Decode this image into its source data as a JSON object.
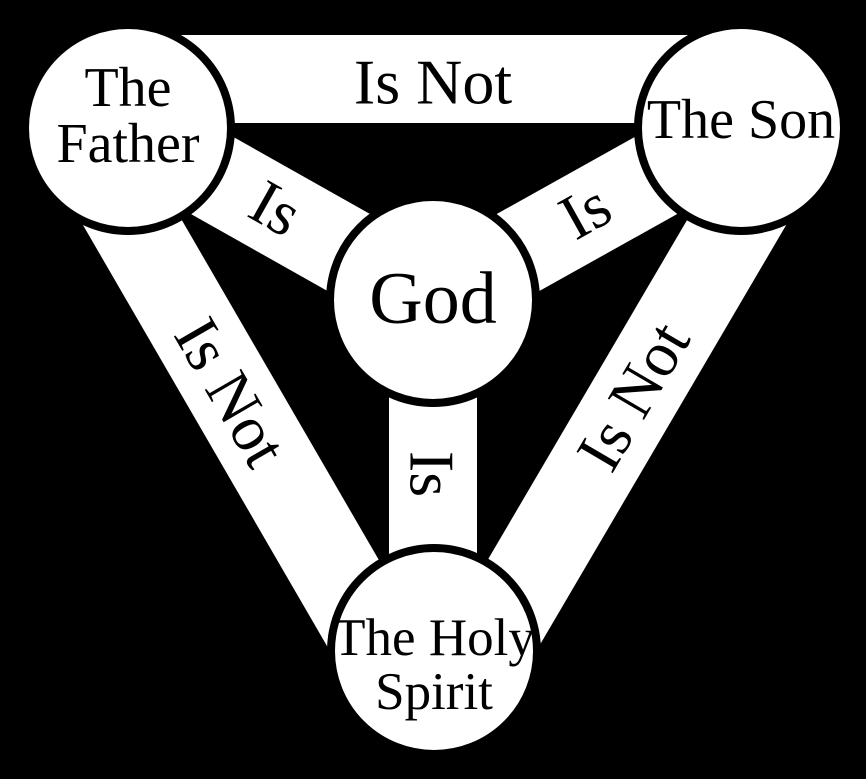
{
  "diagram": {
    "colors": {
      "background": "#000000",
      "band": "#ffffff",
      "circle_fill": "#ffffff",
      "outline": "#000000",
      "text": "#000000"
    },
    "nodes": {
      "father": {
        "line1": "The",
        "line2": "Father"
      },
      "son": {
        "label": "The Son"
      },
      "spirit": {
        "line1": "The Holy",
        "line2": "Spirit"
      },
      "god": {
        "label": "God"
      }
    },
    "links": {
      "father_son": "Is Not",
      "father_spirit": "Is Not",
      "son_spirit": "Is Not",
      "father_god": "Is",
      "son_god": "Is",
      "god_spirit": "Is"
    }
  }
}
